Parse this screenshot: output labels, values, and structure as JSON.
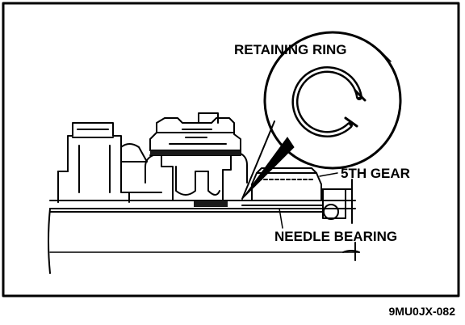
{
  "figure": {
    "callouts": {
      "retaining_ring": "RETAINING RING",
      "fifth_gear": "5TH GEAR",
      "needle_bearing": "NEEDLE BEARING"
    },
    "figure_code": "9MU0JX-082"
  }
}
